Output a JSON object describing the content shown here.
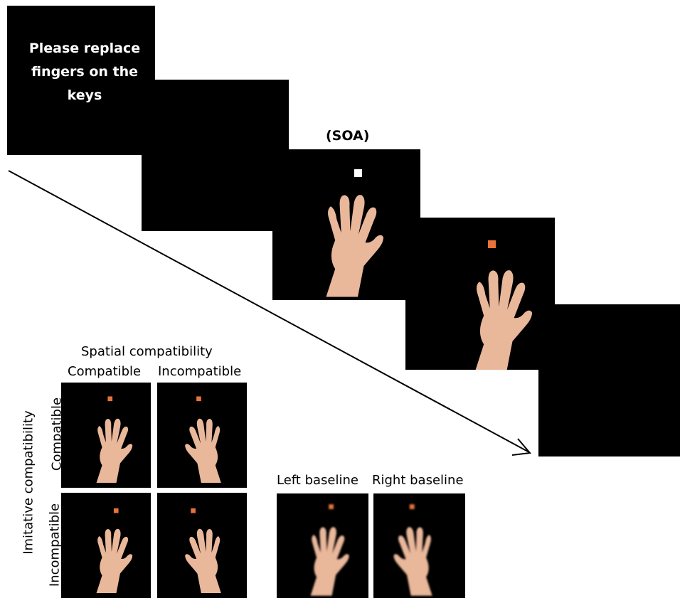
{
  "instruction": {
    "lines": [
      "Please replace",
      "fingers on the",
      "keys"
    ]
  },
  "soa_label": "(SOA)",
  "spatial": {
    "title": "Spatial compatibility",
    "compatible": "Compatible",
    "incompatible": "Incompatible"
  },
  "imitative": {
    "title": "Imitative compatibility",
    "compatible": "Compatible",
    "incompatible": "Incompatible"
  },
  "baseline": {
    "left": "Left baseline",
    "right": "Right baseline"
  },
  "colors": {
    "frame": "#000000",
    "skin": "#e9b79a",
    "cue_white": "#ffffff",
    "cue_orange": "#e8733a"
  }
}
